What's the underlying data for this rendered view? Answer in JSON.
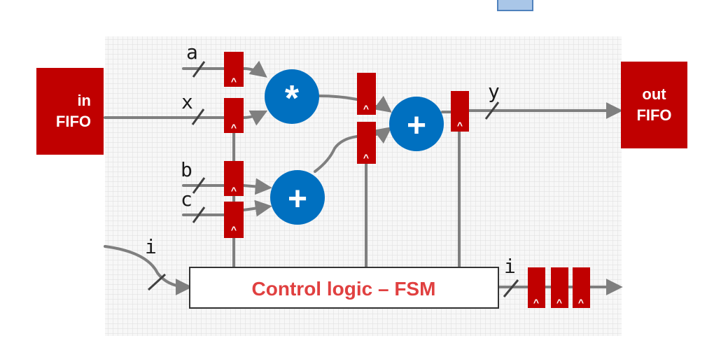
{
  "input_fifo": {
    "line1": "in",
    "line2": "FIFO"
  },
  "output_fifo": {
    "line1": "out",
    "line2": "FIFO"
  },
  "signals": {
    "a": "a",
    "x": "x",
    "b": "b",
    "c": "c",
    "y": "y",
    "i_in": "i",
    "i_out": "i"
  },
  "operators": {
    "multiply": "*",
    "add_bc": "+",
    "add_final": "+"
  },
  "register_marker": "^",
  "control": {
    "label": "Control logic – FSM"
  },
  "colors": {
    "register": "#c00000",
    "operator": "#0070c0",
    "wire": "#7f7f7f",
    "grid": "#e6e6e6",
    "control_text": "#e04040"
  }
}
